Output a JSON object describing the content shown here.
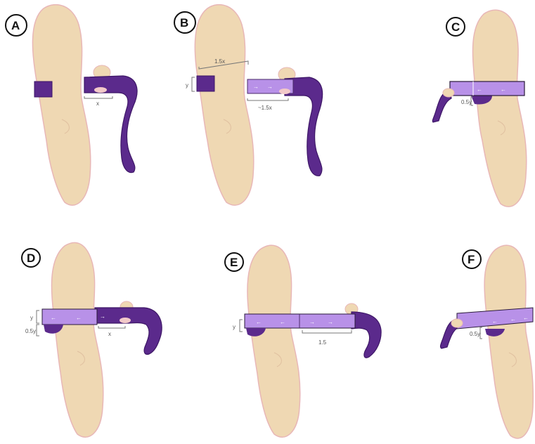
{
  "colors": {
    "skin": "#efd8b3",
    "skin_outline": "#e8b7b7",
    "dark_band": "#5b2a8c",
    "dark_band_edge": "#3e1767",
    "light_band": "#b891e8",
    "light_band_edge": "#4a2a6a",
    "pink": "#f2c9c9",
    "ink": "#333333"
  },
  "panels": [
    {
      "letter": "A",
      "labels": {
        "x": "x"
      }
    },
    {
      "letter": "B",
      "labels": {
        "top": "1.5x",
        "y": "y",
        "bottom": "~1.5x"
      }
    },
    {
      "letter": "C",
      "labels": {
        "side": "0.5y"
      }
    },
    {
      "letter": "D",
      "labels": {
        "y": "y",
        "side": "0.5y",
        "x": "x"
      }
    },
    {
      "letter": "E",
      "labels": {
        "y": "y",
        "bottom": "1.5"
      }
    },
    {
      "letter": "F",
      "labels": {
        "side": "0.5y"
      }
    }
  ],
  "arrows": {
    "left": "←",
    "right": "→"
  }
}
